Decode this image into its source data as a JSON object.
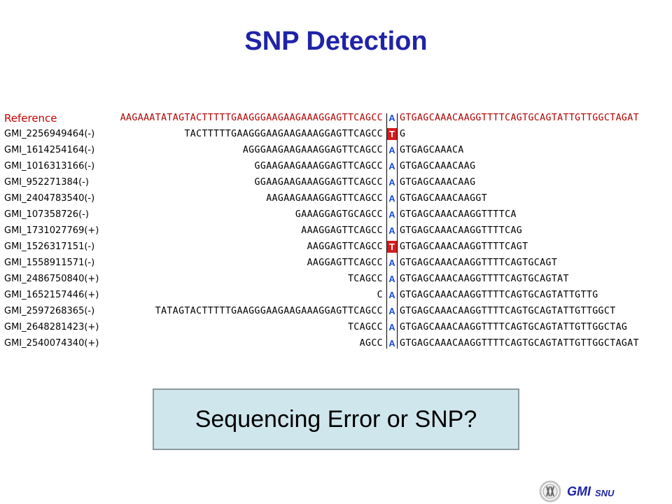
{
  "title": "SNP Detection",
  "alignment": {
    "reference": {
      "label": "Reference",
      "left": "AAGAAATATAGTACTTTTTGAAGGGAAGAAGAAAGGAGTTCAGCC",
      "base": "A",
      "right": "GTGAGCAAACAAGGTTTTCAGTGCAGTATTGTTGGCTAGAT"
    },
    "reads": [
      {
        "label": "GMI_2256949464(-)",
        "left": "TACTTTTTGAAGGGAAGAAGAAAGGAGTTCAGCC",
        "base": "T",
        "right": "G",
        "variant": true
      },
      {
        "label": "GMI_1614254164(-)",
        "left": "AGGGAAGAAGAAAGGAGTTCAGCC",
        "base": "A",
        "right": "GTGAGCAAACA",
        "variant": false
      },
      {
        "label": "GMI_1016313166(-)",
        "left": "GGAAGAAGAAAGGAGTTCAGCC",
        "base": "A",
        "right": "GTGAGCAAACAAG",
        "variant": false
      },
      {
        "label": "GMI_952271384(-)",
        "left": "GGAAGAAGAAAGGAGTTCAGCC",
        "base": "A",
        "right": "GTGAGCAAACAAG",
        "variant": false
      },
      {
        "label": "GMI_2404783540(-)",
        "left": "AAGAAGAAAGGAGTTCAGCC",
        "base": "A",
        "right": "GTGAGCAAACAAGGT",
        "variant": false
      },
      {
        "label": "GMI_107358726(-)",
        "left": "GAAAGGAGTGCAGCC",
        "base": "A",
        "right": "GTGAGCAAACAAGGTTTTCA",
        "variant": false
      },
      {
        "label": "GMI_1731027769(+)",
        "left": "AAAGGAGTTCAGCC",
        "base": "A",
        "right": "GTGAGCAAACAAGGTTTTCAG",
        "variant": false
      },
      {
        "label": "GMI_1526317151(-)",
        "left": "AAGGAGTTCAGCC",
        "base": "T",
        "right": "GTGAGCAAACAAGGTTTTCAGT",
        "variant": true
      },
      {
        "label": "GMI_1558911571(-)",
        "left": "AAGGAGTTCAGCC",
        "base": "A",
        "right": "GTGAGCAAACAAGGTTTTCAGTGCAGT",
        "variant": false
      },
      {
        "label": "GMI_2486750840(+)",
        "left": "TCAGCC",
        "base": "A",
        "right": "GTGAGCAAACAAGGTTTTCAGTGCAGTAT",
        "variant": false
      },
      {
        "label": "GMI_1652157446(+)",
        "left": "C",
        "base": "A",
        "right": "GTGAGCAAACAAGGTTTTCAGTGCAGTATTGTTG",
        "variant": false
      },
      {
        "label": "GMI_2597268365(-)",
        "left": "TATAGTACTTTTTGAAGGGAAGAAGAAAGGAGTTCAGCC",
        "base": "A",
        "right": "GTGAGCAAACAAGGTTTTCAGTGCAGTATTGTTGGCT",
        "variant": false
      },
      {
        "label": "GMI_2648281423(+)",
        "left": "TCAGCC",
        "base": "A",
        "right": "GTGAGCAAACAAGGTTTTCAGTGCAGTATTGTTGGCTAG",
        "variant": false
      },
      {
        "label": "GMI_2540074340(+)",
        "left": "AGCC",
        "base": "A",
        "right": "GTGAGCAAACAAGGTTTTCAGTGCAGTATTGTTGGCTAGAT",
        "variant": false
      }
    ]
  },
  "question": "Sequencing Error or SNP?",
  "logo": {
    "gmi": "GMI",
    "snu": "SNU"
  }
}
